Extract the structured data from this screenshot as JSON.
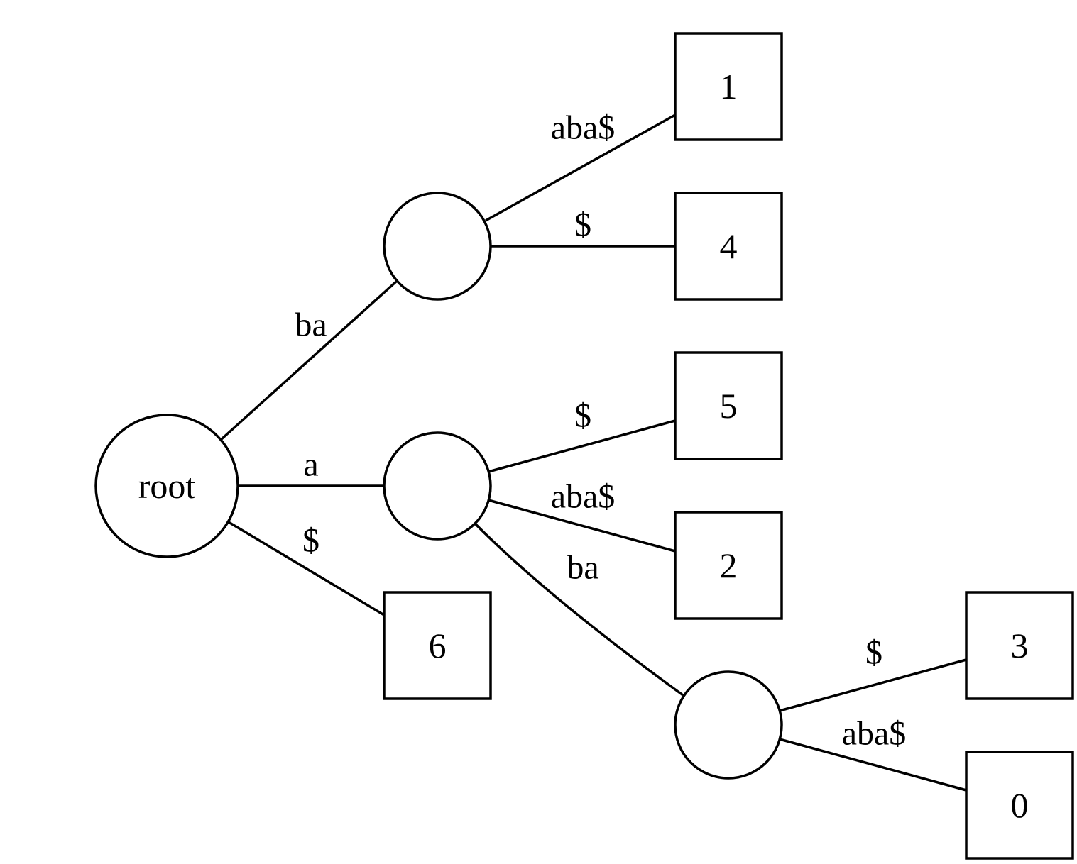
{
  "tree": {
    "nodes": [
      {
        "id": "root",
        "kind": "internal",
        "label": "root"
      },
      {
        "id": "n_ba",
        "kind": "internal",
        "label": ""
      },
      {
        "id": "n_a",
        "kind": "internal",
        "label": ""
      },
      {
        "id": "n_aba",
        "kind": "internal",
        "label": ""
      },
      {
        "id": "leaf1",
        "kind": "leaf",
        "label": "1"
      },
      {
        "id": "leaf4",
        "kind": "leaf",
        "label": "4"
      },
      {
        "id": "leaf5",
        "kind": "leaf",
        "label": "5"
      },
      {
        "id": "leaf2",
        "kind": "leaf",
        "label": "2"
      },
      {
        "id": "leaf6",
        "kind": "leaf",
        "label": "6"
      },
      {
        "id": "leaf3",
        "kind": "leaf",
        "label": "3"
      },
      {
        "id": "leaf0",
        "kind": "leaf",
        "label": "0"
      }
    ],
    "edges": [
      {
        "from": "root",
        "to": "n_ba",
        "label": "ba"
      },
      {
        "from": "root",
        "to": "n_a",
        "label": "a"
      },
      {
        "from": "root",
        "to": "leaf6",
        "label": "$"
      },
      {
        "from": "n_ba",
        "to": "leaf1",
        "label": "aba$"
      },
      {
        "from": "n_ba",
        "to": "leaf4",
        "label": "$"
      },
      {
        "from": "n_a",
        "to": "leaf5",
        "label": "$"
      },
      {
        "from": "n_a",
        "to": "leaf2",
        "label": "aba$"
      },
      {
        "from": "n_a",
        "to": "n_aba",
        "label": "ba"
      },
      {
        "from": "n_aba",
        "to": "leaf3",
        "label": "$"
      },
      {
        "from": "n_aba",
        "to": "leaf0",
        "label": "aba$"
      }
    ]
  }
}
